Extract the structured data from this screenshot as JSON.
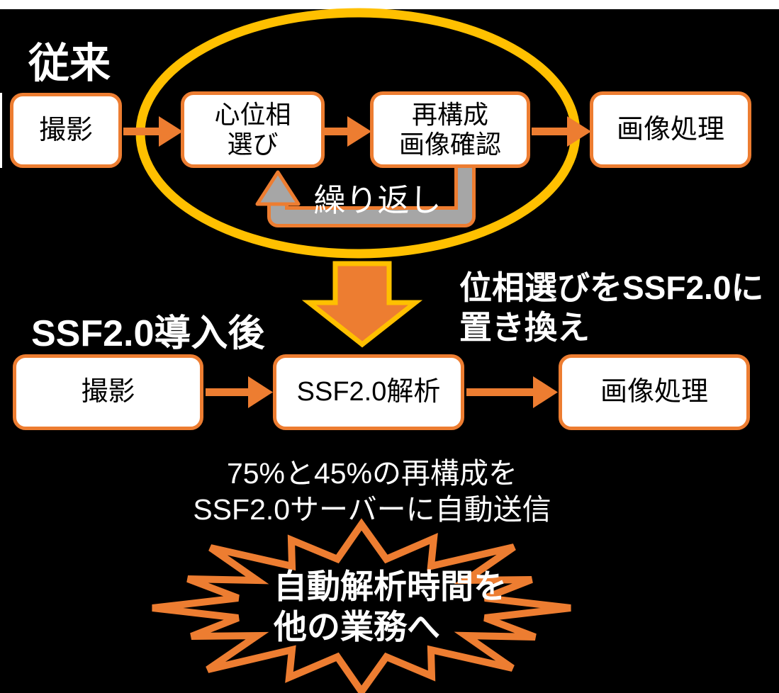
{
  "colors": {
    "background": "#000000",
    "accent_orange": "#ED7D31",
    "accent_yellow": "#FFC000",
    "loop_gray": "#A6A6A6",
    "box_fill": "#FFFFFF",
    "text_light": "#FFFFFF",
    "text_dark": "#000000"
  },
  "legacy": {
    "title": "従来",
    "steps": [
      {
        "line1": "撮影"
      },
      {
        "line1": "心位相",
        "line2": "選び"
      },
      {
        "line1": "再構成",
        "line2": "画像確認"
      },
      {
        "line1": "画像処理"
      }
    ],
    "loop_label": "繰り返し"
  },
  "transition": {
    "line1": "位相選びをSSF2.0に",
    "line2": "置き換え"
  },
  "ssf": {
    "title": "SSF2.0導入後",
    "steps": [
      {
        "line1": "撮影"
      },
      {
        "line1": "SSF2.0解析"
      },
      {
        "line1": "画像処理"
      }
    ],
    "note_line1": "75%と45%の再構成を",
    "note_line2": "SSF2.0サーバーに自動送信"
  },
  "highlight": {
    "line1": "自動解析時間を",
    "line2": "他の業務へ"
  }
}
